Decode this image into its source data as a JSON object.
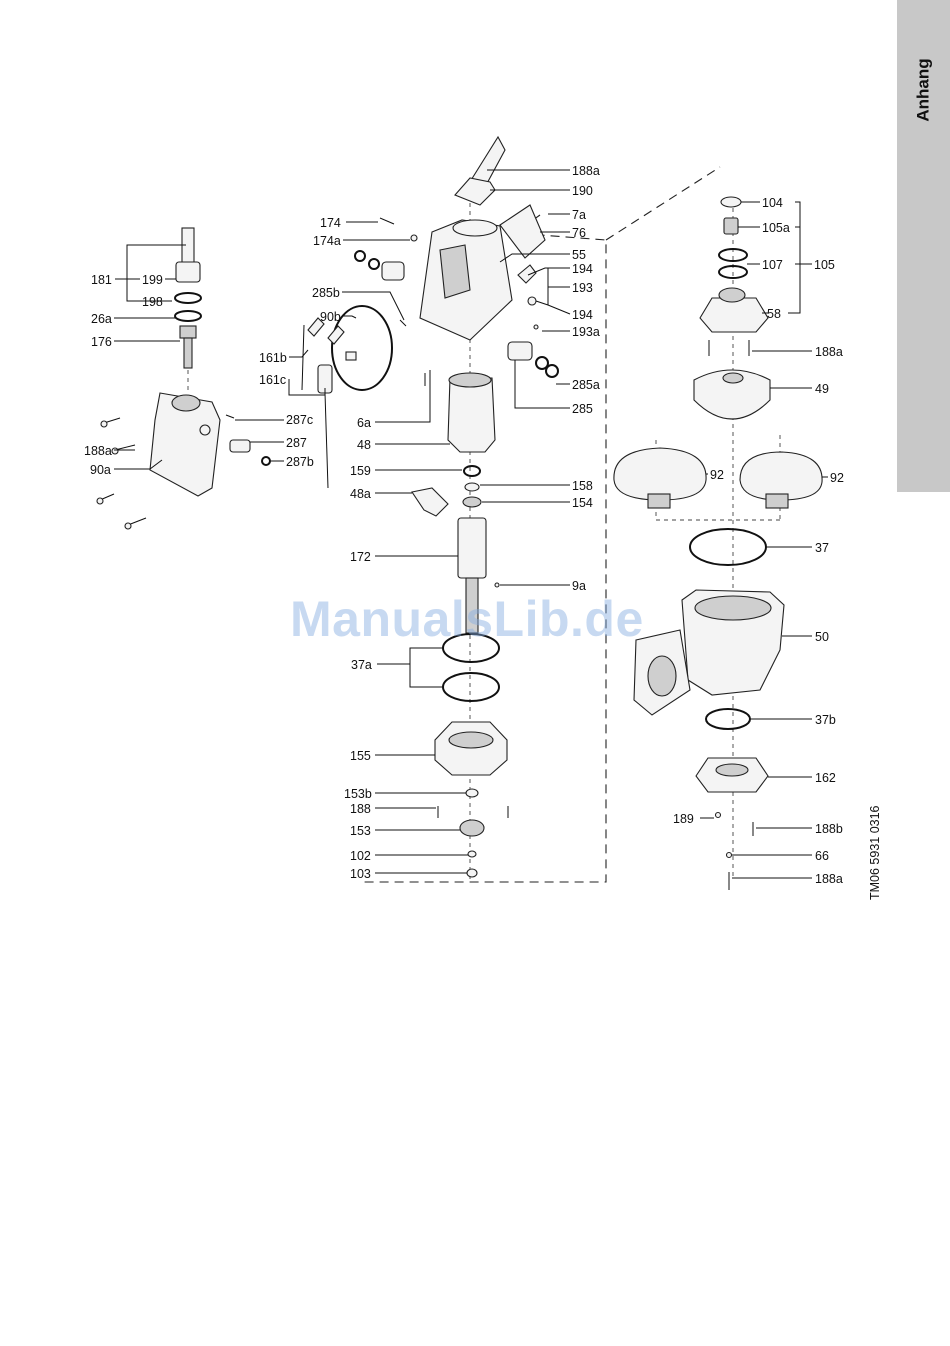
{
  "section_tab": "Anhang",
  "drawing_code": "TM06 5931 0316",
  "watermark": "ManualsLib.de",
  "part_labels": {
    "p181": "181",
    "p199": "199",
    "p198": "198",
    "p26a": "26a",
    "p176": "176",
    "p188a_left": "188a",
    "p90a": "90a",
    "p287c": "287c",
    "p287": "287",
    "p287b": "287b",
    "p161b": "161b",
    "p161c": "161c",
    "p90b": "90b",
    "p285b": "285b",
    "p174": "174",
    "p174a": "174a",
    "p188a_top": "188a",
    "p190": "190",
    "p7a": "7a",
    "p76": "76",
    "p55": "55",
    "p194_top": "194",
    "p193": "193",
    "p194_bottom": "194",
    "p193a": "193a",
    "p285a": "285a",
    "p285": "285",
    "p6a": "6a",
    "p48": "48",
    "p159": "159",
    "p48a": "48a",
    "p158": "158",
    "p154": "154",
    "p172": "172",
    "p9a": "9a",
    "p37a": "37a",
    "p155": "155",
    "p153b": "153b",
    "p188": "188",
    "p153": "153",
    "p102": "102",
    "p103": "103",
    "p104": "104",
    "p105a": "105a",
    "p107": "107",
    "p105": "105",
    "p58": "58",
    "p188a_right": "188a",
    "p49": "49",
    "p92_left": "92",
    "p92_right": "92",
    "p37": "37",
    "p50": "50",
    "p37b": "37b",
    "p162": "162",
    "p189": "189",
    "p188b": "188b",
    "p66": "66",
    "p188a_bottom": "188a"
  }
}
